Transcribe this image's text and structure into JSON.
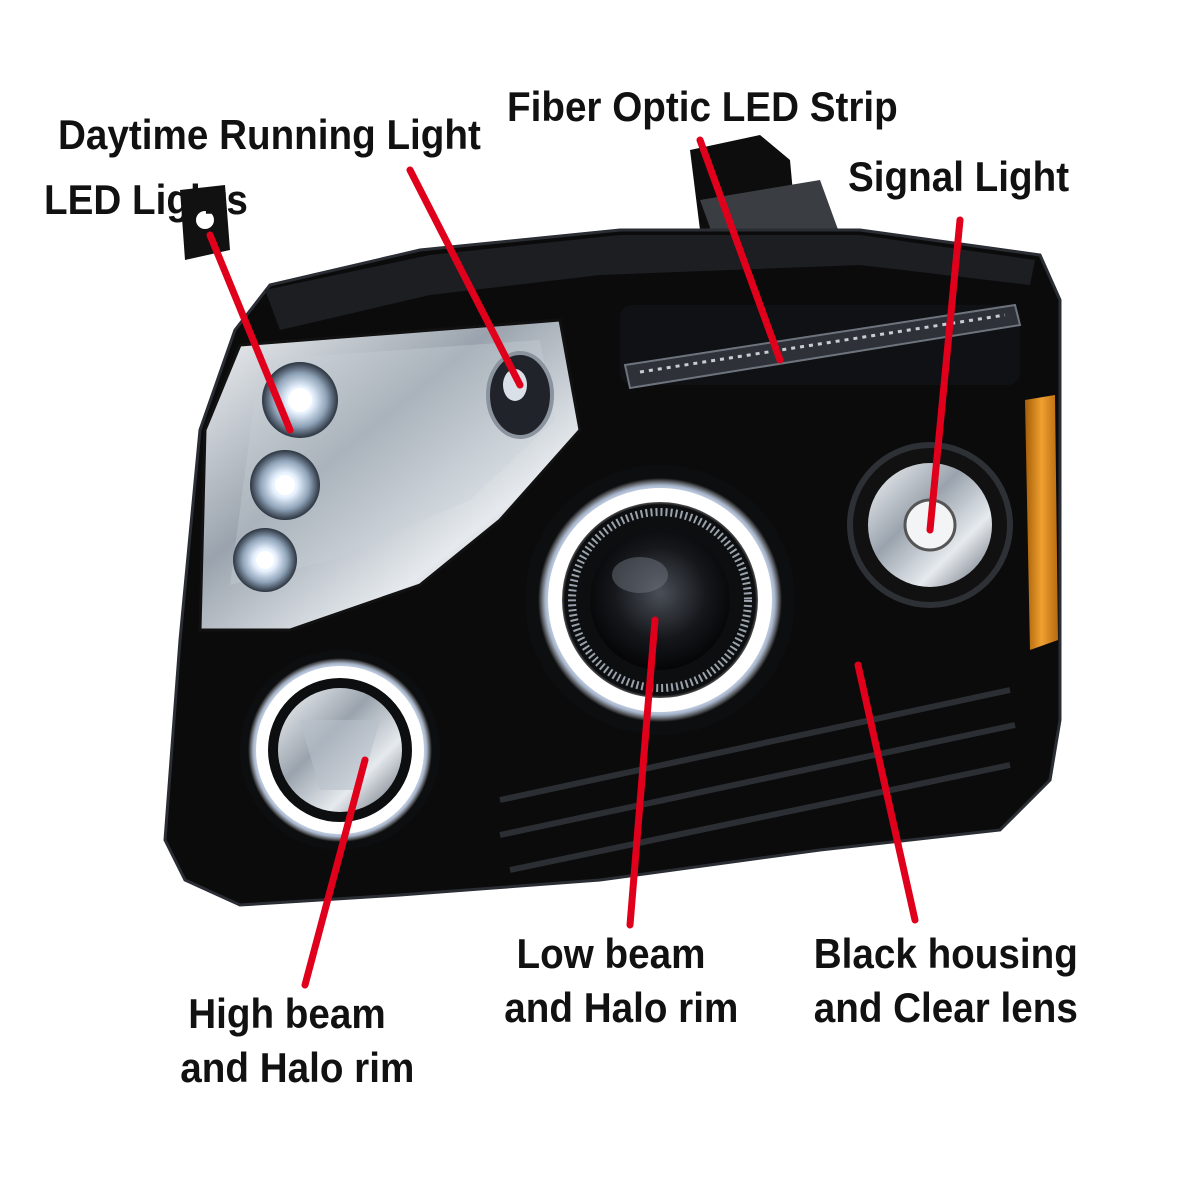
{
  "callouts": {
    "fiber_optic": "Fiber Optic LED Strip",
    "daytime_running": "Daytime Running Light",
    "signal_light": "Signal Light",
    "led_lights": "LED Lights",
    "low_beam_line1": "Low beam",
    "low_beam_line2": "and Halo rim",
    "black_housing_line1": "Black housing",
    "black_housing_line2": "and Clear lens",
    "high_beam_line1": "High beam",
    "high_beam_line2": "and Halo rim"
  },
  "colors": {
    "leader_line": "#e0001b",
    "text": "#111111",
    "housing": "#0a0a0a",
    "halo": "#ffffff",
    "amber": "#d98a1a",
    "background": "#ffffff"
  },
  "icons": {
    "headlight": "headlight-assembly-photo"
  }
}
